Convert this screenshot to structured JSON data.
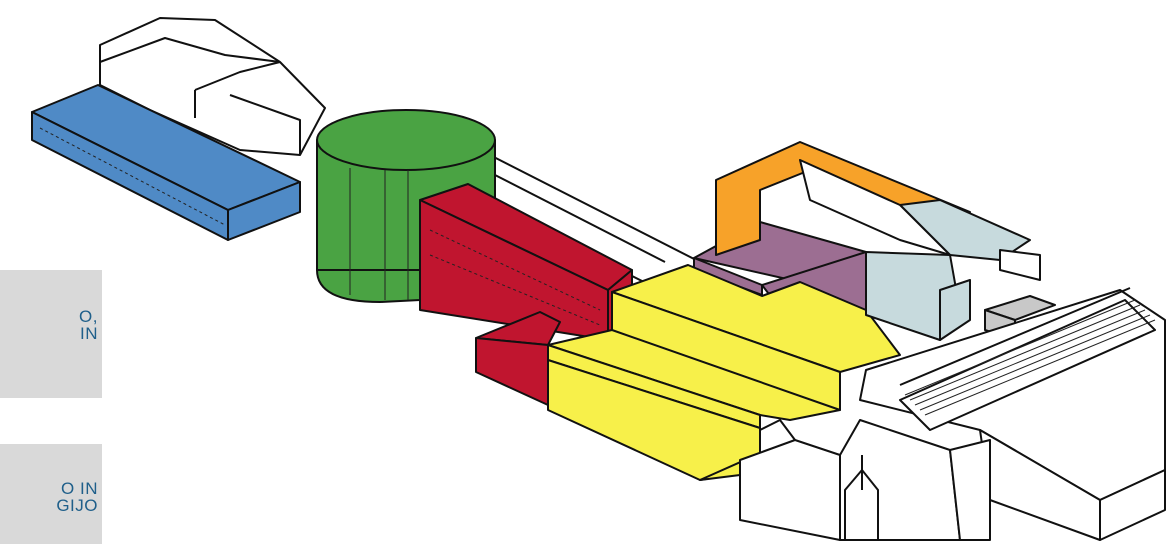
{
  "legend_boxes": [
    {
      "lines": [
        "O,",
        "IN"
      ],
      "bg": "#d9d9d9"
    },
    {
      "lines": [
        "O IN",
        "GIJO"
      ],
      "bg": "#d9d9d9"
    }
  ],
  "colors": {
    "blue": "#4f8ac6",
    "green": "#4aa343",
    "red": "#c0152f",
    "yellow": "#f7f04a",
    "purple": "#9c6e92",
    "orange": "#f7a229",
    "light_blue": "#c7dadd",
    "gray": "#c8c8c8",
    "white": "#ffffff",
    "text": "#1f5f8a"
  }
}
